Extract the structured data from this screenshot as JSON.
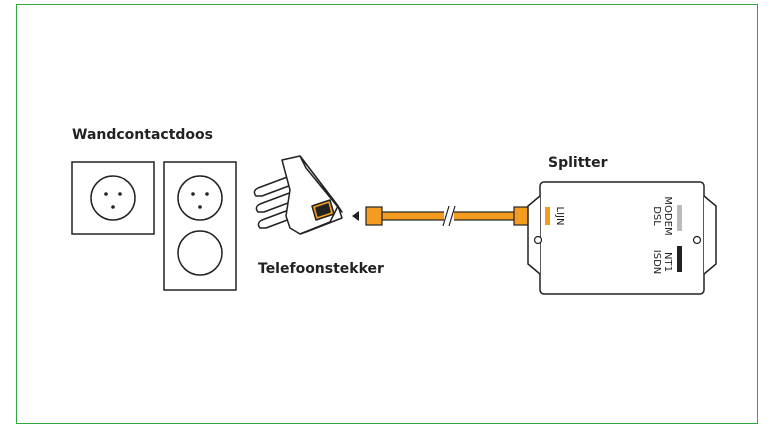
{
  "labels": {
    "wall_socket": "Wandcontactdoos",
    "phone_plug": "Telefoonstekker",
    "splitter": "Splitter"
  },
  "ports": {
    "line": "LIJN",
    "modem_top": "DSL",
    "modem_bottom": "MODEM",
    "isdn_top": "ISDN",
    "isdn_bottom": "NT1"
  },
  "colors": {
    "frame": "#2eaa3c",
    "cable": "#f39c1f",
    "outline": "#222222"
  }
}
